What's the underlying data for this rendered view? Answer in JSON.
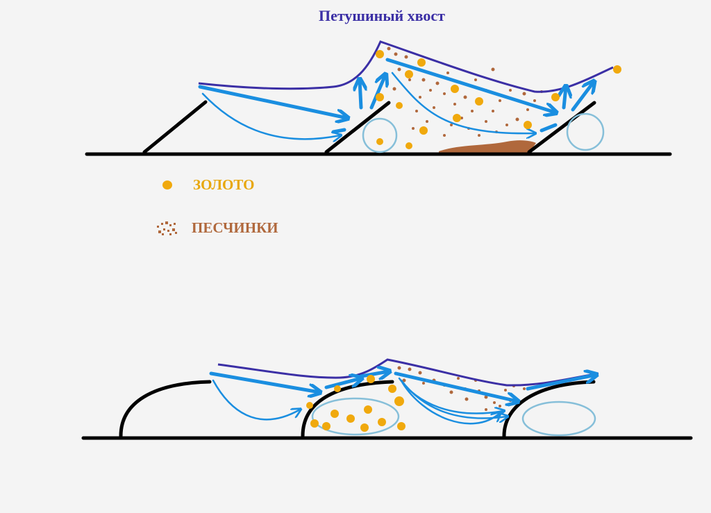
{
  "title": "Петушиный хвост",
  "legend": {
    "gold": {
      "label": "ЗОЛОТО",
      "icon": "gold-dot-icon",
      "color": "#f0a90d"
    },
    "sand": {
      "label": "ПЕСЧИНКИ",
      "icon": "sand-grains-icon",
      "color": "#b0683c"
    }
  },
  "colors": {
    "background": "#f4f4f4",
    "ground": "#000000",
    "surface_line": "#3b2fa5",
    "flow_arrows": "#1a8ee0",
    "eddy": "#86bfd9",
    "gold": "#f0a90d",
    "sand": "#b0683c"
  },
  "diagrams": [
    {
      "name": "top-diagram",
      "riffle_type": "slanted"
    },
    {
      "name": "bottom-diagram",
      "riffle_type": "curved"
    }
  ]
}
